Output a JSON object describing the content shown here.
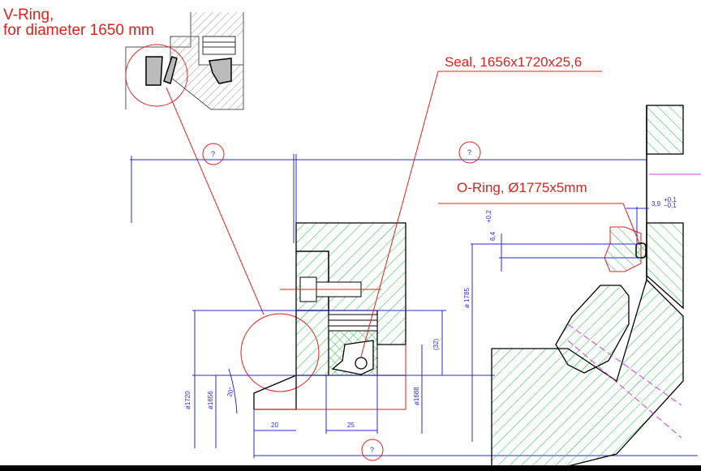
{
  "labels": {
    "vring_line1": "V-Ring,",
    "vring_line2": "for diameter 1650 mm",
    "seal": "Seal, 1656x1720x25,6",
    "oring": "O-Ring, Ø1775x5mm"
  },
  "dimensions": {
    "unknown": "?",
    "d1720": "ø1720",
    "d1656": "ø1656",
    "d1688": "ø1688",
    "d1785": "ø 1785",
    "angle": "20°",
    "w20": "20",
    "w25": "25",
    "h32": "(32)",
    "groove_w": "3,9",
    "groove_w_tol_upper": "+0,1",
    "groove_w_tol_lower": "−0,1",
    "groove_h": "6,4",
    "groove_h_tol": "+0,2"
  },
  "colors": {
    "annotation": "#e0201e",
    "dimension": "#2a2ad0",
    "hatch": "#22c040",
    "outline": "#000000"
  }
}
